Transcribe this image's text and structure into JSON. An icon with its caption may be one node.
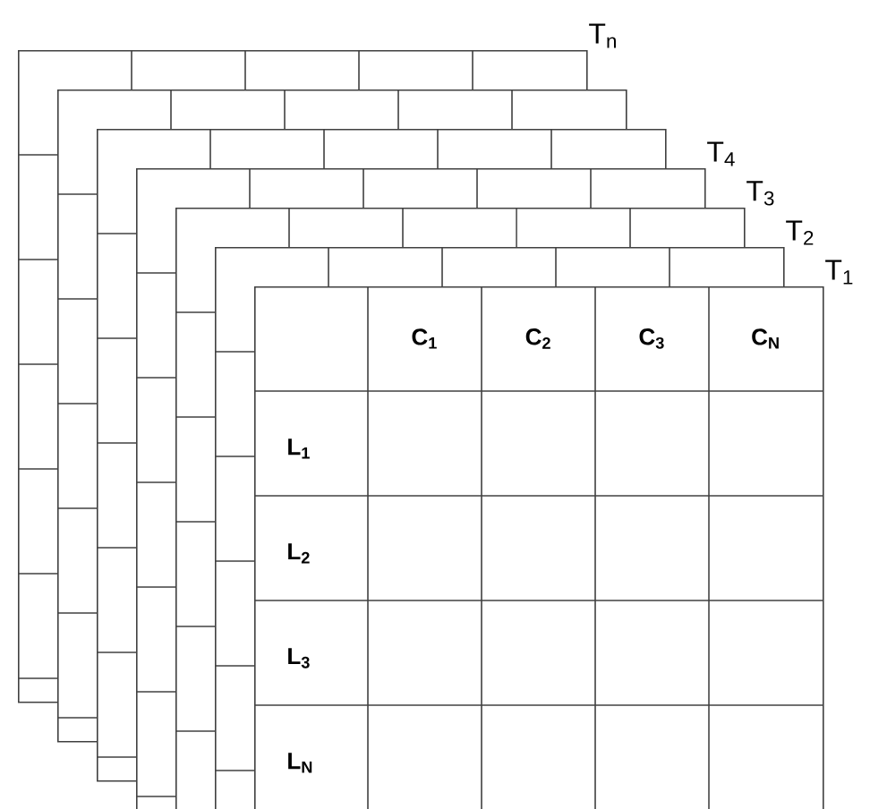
{
  "diagram": {
    "nodes": [
      {
        "text": [
          "T$_{n}$"
        ]
      },
      {
        "text": [],
        "shape": "box"
      },
      {
        "text": [],
        "shape": "box"
      },
      {
        "text": [
          "T$_{4}$"
        ]
      },
      {
        "text": [
          "T$_{3}$"
        ]
      },
      {
        "text": [
          "T$_{2}$"
        ]
      },
      {
        "text": [
          "T$_{1}$"
        ]
      }
    ],
    "edges": [],
    "labels": [
      "C$_{1}$",
      "C$_{2}$",
      "C$_{3}$",
      "C$_{N}$",
      "L$_{1}$",
      "L$_{2}$",
      "L$_{3}$",
      "L$_{N}$"
    ]
  }
}
